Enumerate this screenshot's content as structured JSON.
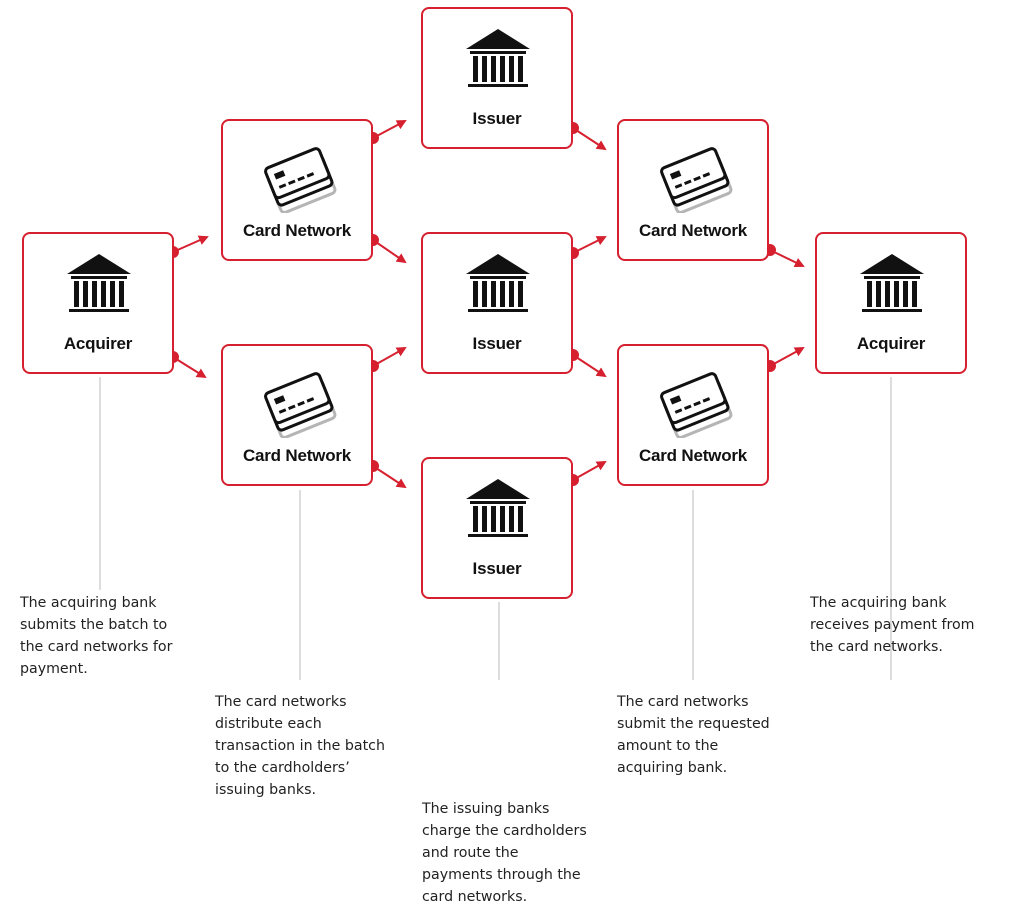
{
  "nodes": {
    "acquirer_left": {
      "label": "Acquirer",
      "icon": "bank-icon"
    },
    "network_top_left": {
      "label": "Card Network",
      "icon": "credit-card-icon"
    },
    "network_bottom_left": {
      "label": "Card Network",
      "icon": "credit-card-icon"
    },
    "issuer_top": {
      "label": "Issuer",
      "icon": "bank-icon"
    },
    "issuer_middle": {
      "label": "Issuer",
      "icon": "bank-icon"
    },
    "issuer_bottom": {
      "label": "Issuer",
      "icon": "bank-icon"
    },
    "network_top_right": {
      "label": "Card Network",
      "icon": "credit-card-icon"
    },
    "network_bottom_right": {
      "label": "Card Network",
      "icon": "credit-card-icon"
    },
    "acquirer_right": {
      "label": "Acquirer",
      "icon": "bank-icon"
    }
  },
  "captions": {
    "acquirer_submit": "The acquiring bank\nsubmits the batch to\nthe card networks for\npayment.",
    "networks_distribute": "The card networks\ndistribute each\ntransaction in the batch\nto the cardholders’\nissuing banks.",
    "issuers_charge": "The issuing banks\ncharge the cardholders\nand route the\npayments through the\ncard networks.",
    "networks_submit": "The card networks\nsubmit the requested\namount to the\nacquiring bank.",
    "acquirer_receive": "The acquiring bank\nreceives payment from\nthe card networks."
  },
  "colors": {
    "accent": "#d6202f",
    "icon": "#111111",
    "connector_line": "#bbbbbb",
    "text": "#222222"
  }
}
